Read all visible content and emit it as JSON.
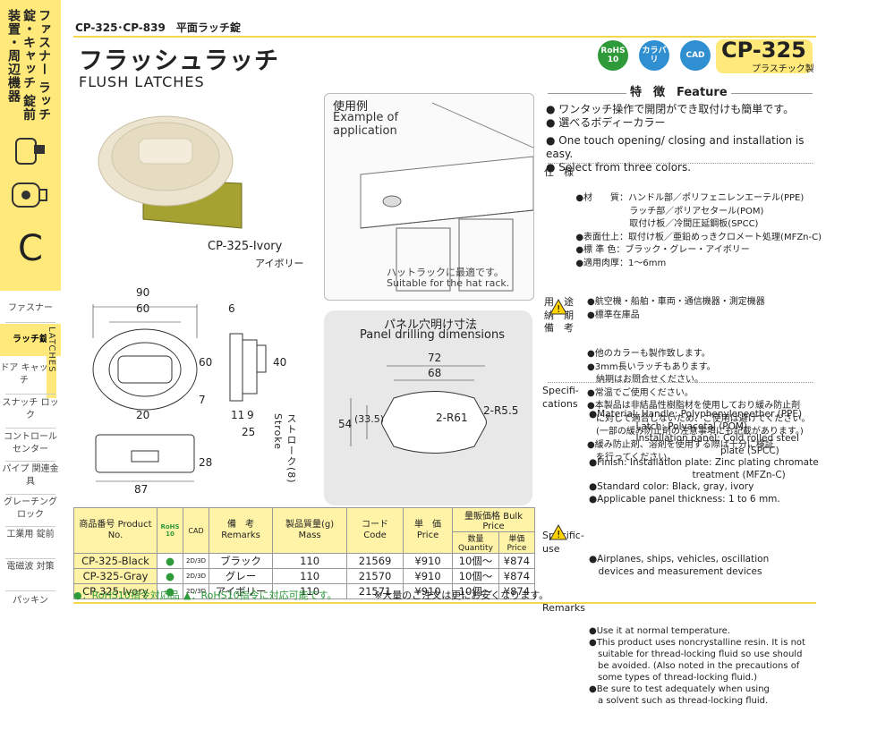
{
  "header": {
    "model_codes": "CP-325･CP-839　平面ラッチ錠",
    "title_jp": "フラッシュラッチ",
    "title_en": "FLUSH LATCHES",
    "model_badge": "CP-325",
    "model_material": "プラスチック製",
    "badges": [
      "RoHS 10",
      "カラバリ",
      "CAD"
    ]
  },
  "sidebar": {
    "category_vertical": "ファスナー ラッチ錠・キャッチ 錠前装置・周辺機器",
    "letter": "C",
    "latches_label": "LATCHES",
    "items": [
      {
        "label": "ファスナー",
        "active": false
      },
      {
        "label": "ラッチ錠",
        "active": true
      },
      {
        "label": "ドア キャッチ",
        "active": false
      },
      {
        "label": "スナッチ ロック",
        "active": false
      },
      {
        "label": "コントロール センター",
        "active": false
      },
      {
        "label": "パイプ 関連金具",
        "active": false
      },
      {
        "label": "グレーチング ロック",
        "active": false
      },
      {
        "label": "工業用 錠前",
        "active": false
      },
      {
        "label": "電磁波 対策",
        "active": false
      },
      {
        "label": "パッキン",
        "active": false
      }
    ]
  },
  "product_image": {
    "name": "CP-325-Ivory",
    "name_jp": "アイボリー"
  },
  "example": {
    "title_jp": "使用例",
    "title_en": "Example of application",
    "caption_jp": "ハットラックに最適です。",
    "caption_en": "Suitable for the hat rack."
  },
  "panel": {
    "title_jp": "パネル穴明け寸法",
    "title_en": "Panel drilling dimensions",
    "dims": [
      "72",
      "68",
      "2-R61",
      "2-R5.5",
      "54",
      "(33.5)"
    ]
  },
  "drawing": {
    "dims": [
      "90",
      "60",
      "6",
      "60",
      "40",
      "7",
      "20",
      "11",
      "9",
      "25",
      "28",
      "87"
    ],
    "stroke_label": "ストローク(8) Stroke"
  },
  "features": {
    "heading": "特　徴　Feature",
    "jp": [
      "ワンタッチ操作で開閉ができ取付けも簡単です。",
      "選べるボディーカラー"
    ],
    "en": [
      "One touch opening/ closing and installation is easy.",
      "Select from three colors."
    ]
  },
  "specs_jp": [
    {
      "label": "仕　様",
      "lines": [
        "●材　　質：ハンドル部／ポリフェニレンエーテル(PPE)",
        "　　　　　　ラッチ部／ポリアセタール(POM)",
        "　　　　　　取付け板／冷間圧延鋼板(SPCC)",
        "●表面仕上：取付け板／亜鉛めっきクロメート処理(MFZn-C)",
        "●標 準 色：ブラック・グレー・アイボリー",
        "●適用肉厚：1～6mm"
      ]
    },
    {
      "label": "用　途",
      "lines": [
        "●航空機・船舶・車両・通信機器・測定機器"
      ]
    },
    {
      "label": "納　期",
      "lines": [
        "●標準在庫品"
      ]
    },
    {
      "label": "備　考",
      "lines": [
        "●他のカラーも製作致します。",
        "●3mm長いラッチもあります。",
        "　納期はお問合せください。",
        "●常温でご使用ください。",
        "●本製品は非結晶性樹脂材を使用しており緩み防止剤",
        "　に対して適合しないため、ご使用は避けてください。",
        "　(一部の緩み防止剤の注意事項にも記載があります。)",
        "●緩み防止剤、溶剤を使用する際は十分に検証",
        "　を行ってください。"
      ]
    }
  ],
  "specs_en": [
    {
      "label": "Specifi- cations",
      "lines": [
        "●Material: Handle: Polyphenyleneether (PPE)",
        "　　　　　Latch: Polyacetal (POM)",
        "　　　　　Installation panel: Cold rolled steel",
        "　　　　　　　　　　　　　　plate (SPCC)",
        "●Finish: Installation plate: Zinc plating chromate",
        "　　　　　　　　　　　treatment (MFZn-C)",
        "●Standard color: Black, gray, ivory",
        "●Applicable panel thickness: 1 to 6 mm."
      ]
    },
    {
      "label": "Specific- use",
      "lines": [
        "●Airplanes, ships, vehicles, oscillation",
        "　devices and measurement devices"
      ]
    },
    {
      "label": "Remarks",
      "lines": [
        "●Use it at normal temperature.",
        "●This product uses noncrystalline resin. It is not",
        "　suitable for thread-locking fluid so use should",
        "　be avoided. (Also noted in the precautions of",
        "　some types of thread-locking fluid.)",
        "●Be sure to test adequately when using",
        "　a solvent such as thread-locking fluid."
      ]
    }
  ],
  "price_table": {
    "headers": [
      "商品番号 Product No.",
      "RoHS 10",
      "CAD",
      "備　考 Remarks",
      "製品質量(g) Mass",
      "コード Code",
      "単　価 Price",
      "量販価格 Bulk Price",
      "数量 Quantity",
      "単価 Price"
    ],
    "rows": [
      {
        "product": "CP-325-Black",
        "cad": "2D/3D",
        "remarks": "ブラック",
        "mass": "110",
        "code": "21569",
        "price": "¥910",
        "qty": "10個～",
        "bulk": "¥874"
      },
      {
        "product": "CP-325-Gray",
        "cad": "2D/3D",
        "remarks": "グレー",
        "mass": "110",
        "code": "21570",
        "price": "¥910",
        "qty": "10個～",
        "bulk": "¥874"
      },
      {
        "product": "CP-325-Ivory",
        "cad": "2D/3D",
        "remarks": "アイボリー",
        "mass": "110",
        "code": "21571",
        "price": "¥910",
        "qty": "10個～",
        "bulk": "¥874"
      }
    ]
  },
  "footer": {
    "note1": "●：RoHS10指令対応品",
    "note2": "▲：RoHS10指令に対応可能です。",
    "note3": "※大量のご注文は更にお安くなります。"
  },
  "colors": {
    "accent_yellow": "#ffe97a",
    "rohs_green": "#2e9a3a",
    "cad_blue": "#2f8fd0"
  }
}
